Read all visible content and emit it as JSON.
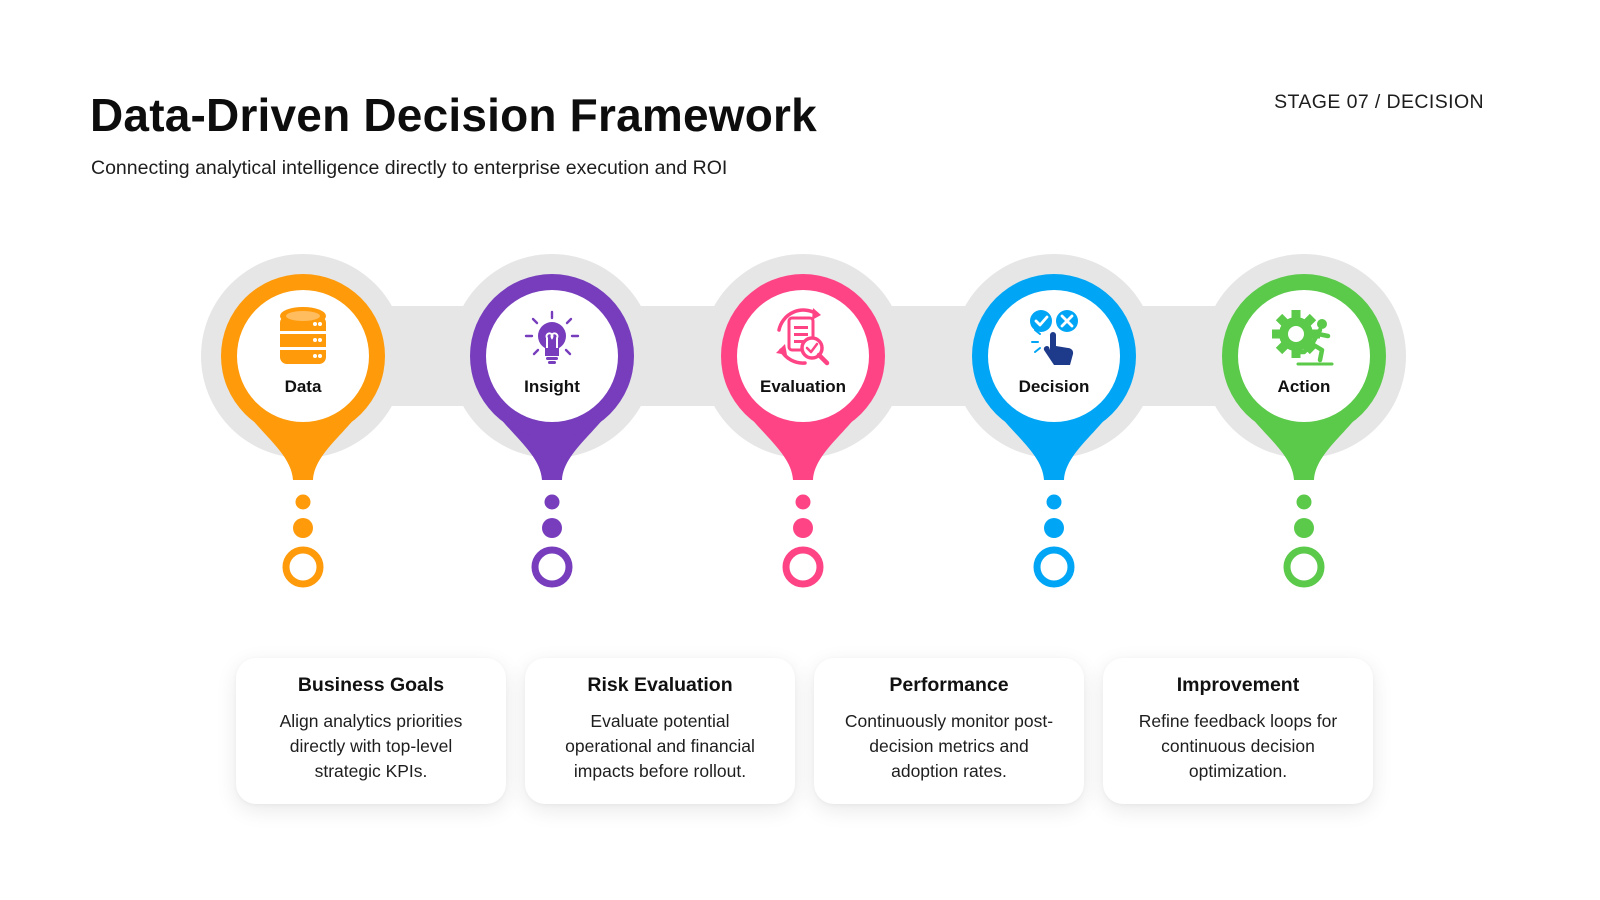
{
  "header": {
    "title": "Data-Driven Decision Framework",
    "subtitle": "Connecting analytical intelligence directly to enterprise execution and ROI",
    "stage": "STAGE 07 / DECISION"
  },
  "stages": [
    {
      "label": "Data",
      "color": "#FF9A0A",
      "icon": "database-icon"
    },
    {
      "label": "Insight",
      "color": "#773DBD",
      "icon": "lightbulb-icon"
    },
    {
      "label": "Evaluation",
      "color": "#FF4486",
      "icon": "document-review-icon"
    },
    {
      "label": "Decision",
      "color": "#00A6F5",
      "icon": "hand-check-cross-icon"
    },
    {
      "label": "Action",
      "color": "#5BC94A",
      "icon": "gear-runner-icon"
    }
  ],
  "cards": [
    {
      "title": "Business Goals",
      "text": "Align analytics priorities directly with top-level strategic KPIs."
    },
    {
      "title": "Risk Evaluation",
      "text": "Evaluate potential operational and financial impacts before rollout."
    },
    {
      "title": "Performance",
      "text": "Continuously monitor post-decision metrics and adoption rates."
    },
    {
      "title": "Improvement",
      "text": "Refine feedback loops for continuous decision optimization."
    }
  ],
  "colors": {
    "track": "#E6E6E6",
    "background": "#FFFFFF"
  }
}
